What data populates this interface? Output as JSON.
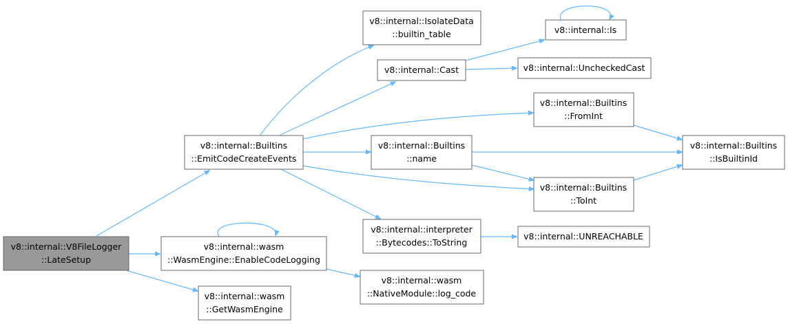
{
  "graph": {
    "edge_color": "#63b8ff",
    "node_border_color": "#666666",
    "root_fill_color": "#999999",
    "nodes": {
      "v8filelogger": {
        "line1": "v8::internal::V8FileLogger",
        "line2": "::LateSetup"
      },
      "emitcode": {
        "line1": "v8::internal::Builtins",
        "line2": "::EmitCodeCreateEvents"
      },
      "enablecodelogging": {
        "line1": "v8::internal::wasm",
        "line2": "::WasmEngine::EnableCodeLogging"
      },
      "getwasmengine": {
        "line1": "v8::internal::wasm",
        "line2": "::GetWasmEngine"
      },
      "isolatedata": {
        "line1": "v8::internal::IsolateData",
        "line2": "::builtin_table"
      },
      "cast": {
        "line1": "v8::internal::Cast"
      },
      "builtins_name": {
        "line1": "v8::internal::Builtins",
        "line2": "::name"
      },
      "bytecodes": {
        "line1": "v8::internal::interpreter",
        "line2": "::Bytecodes::ToString"
      },
      "log_code": {
        "line1": "v8::internal::wasm",
        "line2": "::NativeModule::log_code"
      },
      "is": {
        "line1": "v8::internal::Is"
      },
      "uncheckedcast": {
        "line1": "v8::internal::UncheckedCast"
      },
      "fromint": {
        "line1": "v8::internal::Builtins",
        "line2": "::FromInt"
      },
      "toint": {
        "line1": "v8::internal::Builtins",
        "line2": "::ToInt"
      },
      "unreachable": {
        "line1": "v8::internal::UNREACHABLE"
      },
      "isbuiltinid": {
        "line1": "v8::internal::Builtins",
        "line2": "::IsBuiltinId"
      }
    }
  }
}
